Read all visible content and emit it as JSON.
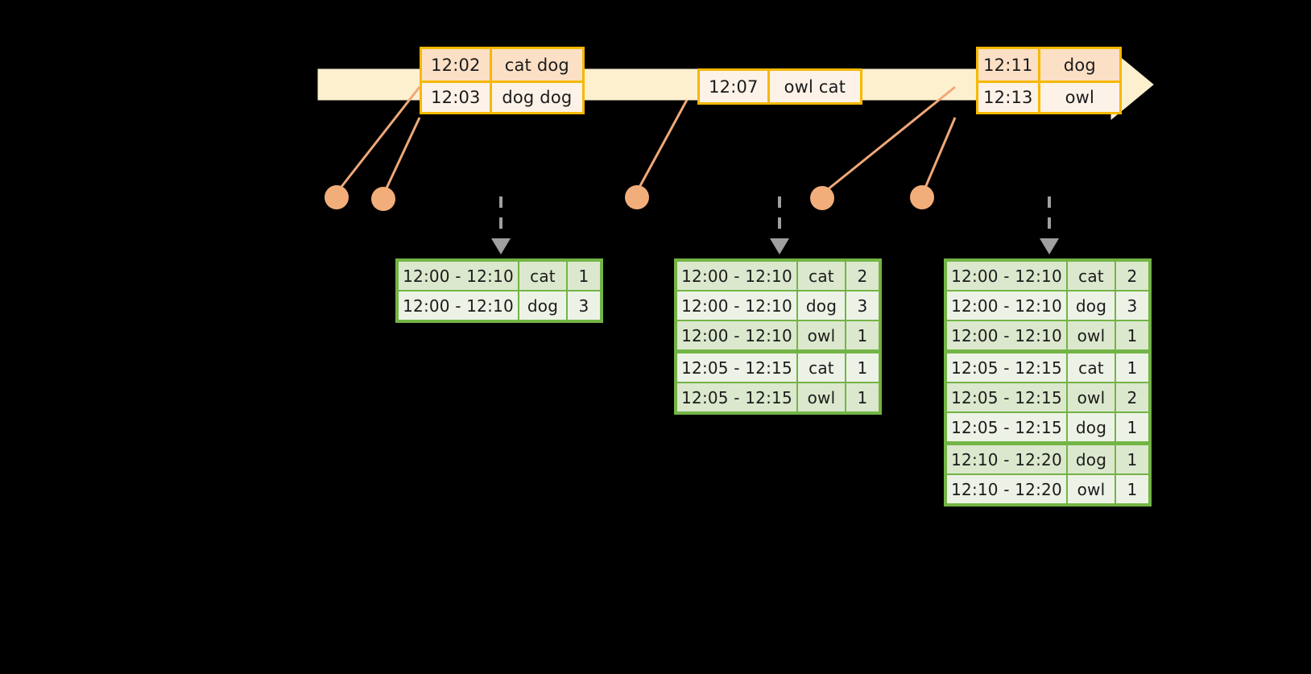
{
  "diagram": {
    "title": "sliding-window-word-count-timeline",
    "colors": {
      "background": "#000000",
      "timeline_band": "#FDF0CF",
      "timeline_border": "#F6B800",
      "event_box_border": "#F6B800",
      "event_row_a": "#FBE0C6",
      "event_row_b": "#FDF2E8",
      "connector": "#F0A878",
      "dot": "#F2AE7A",
      "table_border": "#73B446",
      "table_row_a": "#DCE8CD",
      "table_row_b": "#EDF2E7",
      "arrow": "#A0A0A0"
    }
  },
  "timeline": {
    "name": "event-stream-timeline",
    "events": [
      {
        "group": "group-1",
        "rows": [
          {
            "time": "12:02",
            "words": "cat dog"
          },
          {
            "time": "12:03",
            "words": "dog dog"
          }
        ]
      },
      {
        "group": "group-2",
        "rows": [
          {
            "time": "12:07",
            "words": "owl cat"
          }
        ]
      },
      {
        "group": "group-3",
        "rows": [
          {
            "time": "12:11",
            "words": "dog"
          },
          {
            "time": "12:13",
            "words": "owl"
          }
        ]
      }
    ]
  },
  "tables": [
    {
      "name": "result-table-1",
      "rows": [
        {
          "window": "12:00 - 12:10",
          "word": "cat",
          "count": "1"
        },
        {
          "window": "12:00 - 12:10",
          "word": "dog",
          "count": "3"
        }
      ]
    },
    {
      "name": "result-table-2",
      "rows": [
        {
          "window": "12:00 - 12:10",
          "word": "cat",
          "count": "2"
        },
        {
          "window": "12:00 - 12:10",
          "word": "dog",
          "count": "3"
        },
        {
          "window": "12:00 - 12:10",
          "word": "owl",
          "count": "1"
        },
        {
          "window": "12:05 - 12:15",
          "word": "cat",
          "count": "1"
        },
        {
          "window": "12:05 - 12:15",
          "word": "owl",
          "count": "1"
        }
      ]
    },
    {
      "name": "result-table-3",
      "rows": [
        {
          "window": "12:00 - 12:10",
          "word": "cat",
          "count": "2"
        },
        {
          "window": "12:00 - 12:10",
          "word": "dog",
          "count": "3"
        },
        {
          "window": "12:00 - 12:10",
          "word": "owl",
          "count": "1"
        },
        {
          "window": "12:05 - 12:15",
          "word": "cat",
          "count": "1"
        },
        {
          "window": "12:05 - 12:15",
          "word": "owl",
          "count": "2"
        },
        {
          "window": "12:05 - 12:15",
          "word": "dog",
          "count": "1"
        },
        {
          "window": "12:10 - 12:20",
          "word": "dog",
          "count": "1"
        },
        {
          "window": "12:10 - 12:20",
          "word": "owl",
          "count": "1"
        }
      ]
    }
  ]
}
